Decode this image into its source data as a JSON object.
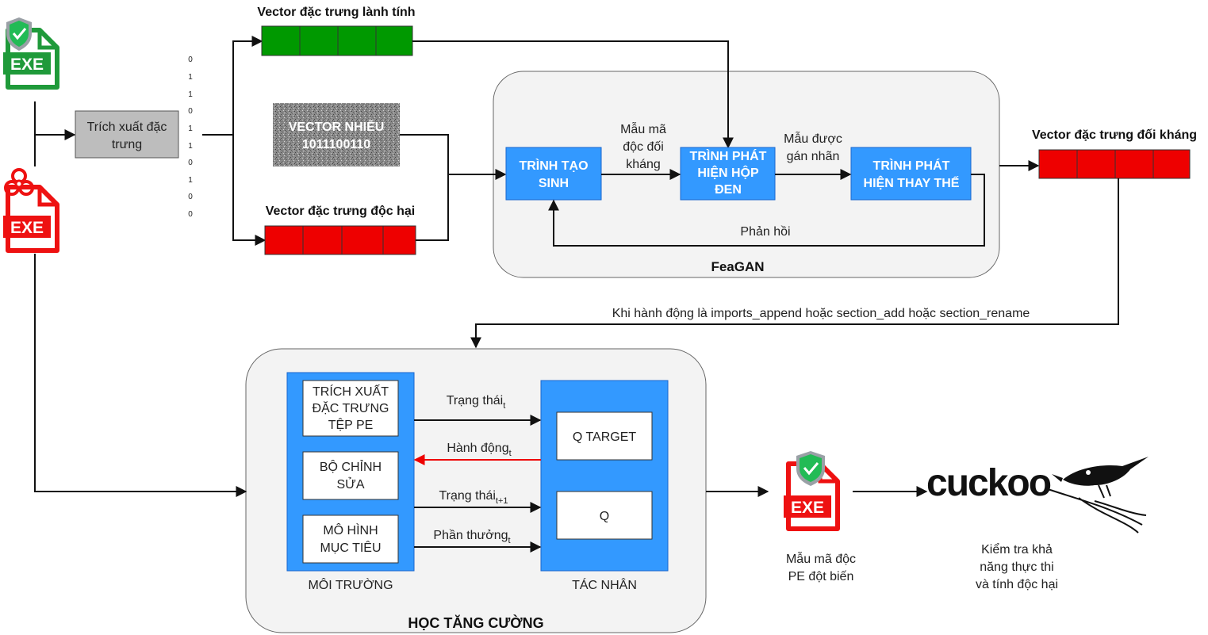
{
  "top": {
    "benign_vector_label": "Vector đặc trưng lành tính",
    "malicious_vector_label": "Vector đặc trưng độc hại",
    "adversarial_vector_label": "Vector đặc trưng đối kháng",
    "extract_box": [
      "Trích xuất đặc",
      "trưng"
    ],
    "noise_box": [
      "VECTOR NHIỄU",
      "1011100110"
    ],
    "bits": [
      "0",
      "1",
      "1",
      "0",
      "1",
      "1",
      "0",
      "1",
      "0",
      "0"
    ],
    "benign_color": "#009900",
    "malicious_color": "#ee0000"
  },
  "feagan": {
    "title": "FeaGAN",
    "generator": [
      "TRÌNH TẠO",
      "SINH"
    ],
    "blackbox": [
      "TRÌNH PHÁT",
      "HIỆN HỘP",
      "ĐEN"
    ],
    "substitute": [
      "TRÌNH PHÁT",
      "HIỆN THAY THẾ"
    ],
    "edge_gen_to_bb": [
      "Mẫu mã",
      "độc đối",
      "kháng"
    ],
    "edge_bb_to_sub": [
      "Mẫu được",
      "gán nhãn"
    ],
    "feedback": "Phản hồi",
    "node_color": "#3399ff"
  },
  "condition_label": "Khi hành động là imports_append hoặc section_add hoặc section_rename",
  "rl": {
    "title": "HỌC TĂNG CƯỜNG",
    "environment_label": "MÔI TRƯỜNG",
    "agent_label": "TÁC NHÂN",
    "env_items": [
      [
        "TRÍCH XUẤT",
        "ĐẶC TRƯNG",
        "TỆP PE"
      ],
      [
        "BỘ CHỈNH",
        "SỬA"
      ],
      [
        "MÔ HÌNH",
        "MỤC TIÊU"
      ]
    ],
    "agent_items": [
      "Q TARGET",
      "Q"
    ],
    "state_t": {
      "base": "Trạng thái",
      "sub": "t"
    },
    "action_t": {
      "base": "Hành động",
      "sub": "t"
    },
    "state_t1": {
      "base": "Trạng thái",
      "sub": "t+1"
    },
    "reward_t": {
      "base": "Phần thưởng",
      "sub": "t"
    },
    "action_arrow_color": "#ee0000"
  },
  "output": {
    "mutated_label": [
      "Mẫu mã độc",
      "PE đột biến"
    ],
    "cuckoo_logo": "cuckoo",
    "cuckoo_caption": [
      "Kiểm tra khả",
      "năng thực thi",
      "và tính độc hại"
    ]
  },
  "icons": {
    "exe_text": "EXE",
    "benign_icon": "exe-file-shield-icon",
    "malware_icon": "exe-file-biohazard-icon",
    "mutated_icon": "exe-file-shield-icon",
    "cuckoo_bird": "cuckoo-bird-icon"
  }
}
